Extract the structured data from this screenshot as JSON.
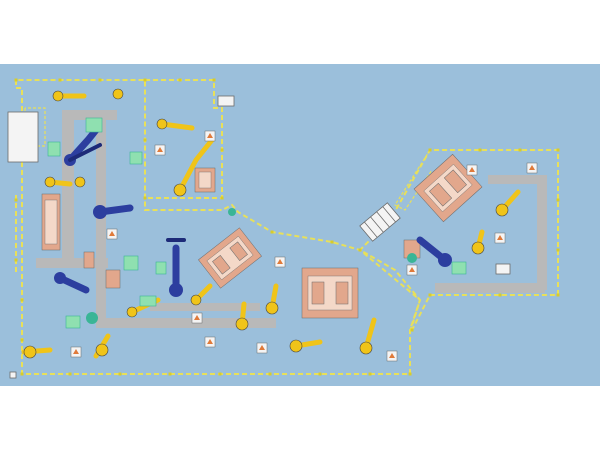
{
  "diagram": {
    "kind": "factory-floor-layout",
    "background_color": "#9bbfdb",
    "canvas_color": "#ffffff",
    "colors": {
      "fence": "#e8e05a",
      "fence_post": "#d8cc2a",
      "walkway": "#b9b9b9",
      "fixture_base": "#e2a78c",
      "fixture_detail": "#f4d8c8",
      "robot_yellow": "#f0c419",
      "robot_blue": "#2c3e9f",
      "robot_blue_dark": "#1d2a78",
      "equipment_green": "#8fe0b0",
      "equipment_teal": "#3ab596",
      "stand_white": "#f4f4f4",
      "outline_gray": "#6b6b6b",
      "warning_orange": "#e07a3a"
    },
    "zones": [
      {
        "id": "zone-main-cell",
        "label": ""
      },
      {
        "id": "zone-upper-cell",
        "label": ""
      },
      {
        "id": "zone-center-cell",
        "label": ""
      },
      {
        "id": "zone-right-cell",
        "label": ""
      }
    ],
    "stations": [
      {
        "id": "station-fixture-center-1",
        "kind": "fixture-table"
      },
      {
        "id": "station-fixture-center-2",
        "kind": "fixture-table"
      },
      {
        "id": "station-fixture-right",
        "kind": "fixture-table"
      },
      {
        "id": "station-fixture-left",
        "kind": "fixture-table"
      },
      {
        "id": "station-fixture-upper",
        "kind": "fixture-table"
      }
    ],
    "robots": [
      {
        "id": "robot-yellow-upper",
        "color": "yellow"
      },
      {
        "id": "robot-blue-left",
        "color": "blue"
      },
      {
        "id": "robot-blue-center",
        "color": "blue"
      },
      {
        "id": "robot-blue-right",
        "color": "blue"
      },
      {
        "id": "robot-yellow-bottom",
        "color": "yellow"
      },
      {
        "id": "robot-yellow-right",
        "color": "yellow"
      }
    ],
    "icons": [
      "warning-sign-icon",
      "robot-arm-icon",
      "conveyor-icon",
      "fence-icon"
    ]
  }
}
